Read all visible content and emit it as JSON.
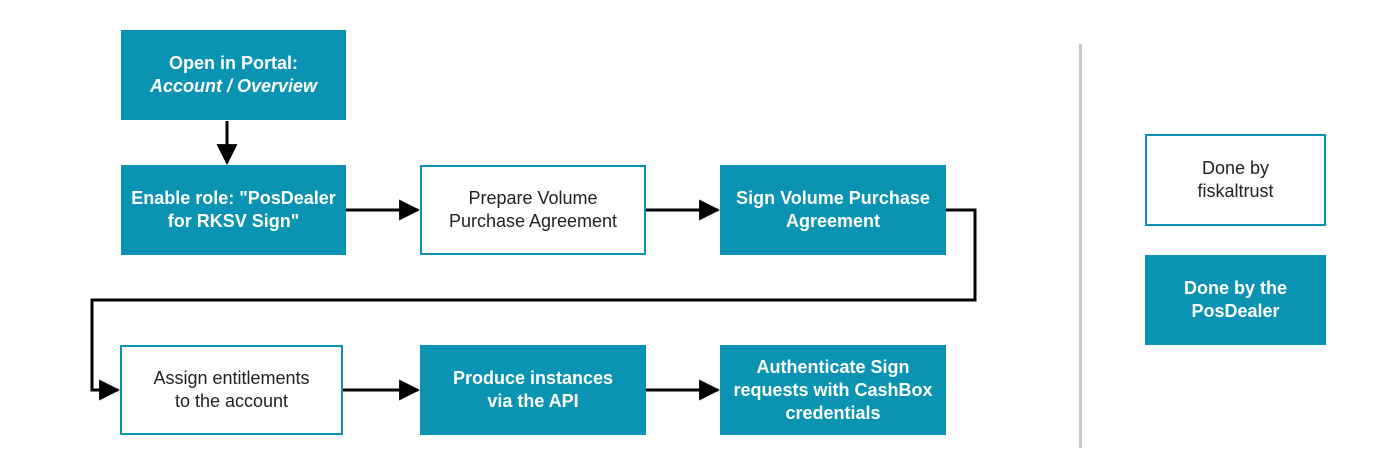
{
  "colors": {
    "primary": "#0a93b3",
    "text_on_primary": "#ffffff",
    "text_dark": "#222222",
    "arrow": "#000000",
    "divider": "#c8c8c8"
  },
  "steps": {
    "open_portal": {
      "line1": "Open in Portal:",
      "line2": "Account / Overview"
    },
    "enable_role": {
      "line1": "Enable role: \"PosDealer",
      "line2": "for RKSV Sign\""
    },
    "prepare_vpa": {
      "line1": "Prepare Volume",
      "line2": "Purchase Agreement"
    },
    "sign_vpa": {
      "line1": "Sign Volume Purchase",
      "line2": "Agreement"
    },
    "assign_entitlements": {
      "line1": "Assign entitlements",
      "line2": "to the account"
    },
    "produce_instances": {
      "line1": "Produce instances",
      "line2": "via the API"
    },
    "authenticate_sign": {
      "line1": "Authenticate Sign",
      "line2": "requests with CashBox",
      "line3": "credentials"
    }
  },
  "legend": {
    "fiskaltrust": {
      "line1": "Done by",
      "line2": "fiskaltrust"
    },
    "posdealer": {
      "line1": "Done by the",
      "line2": "PosDealer"
    }
  }
}
